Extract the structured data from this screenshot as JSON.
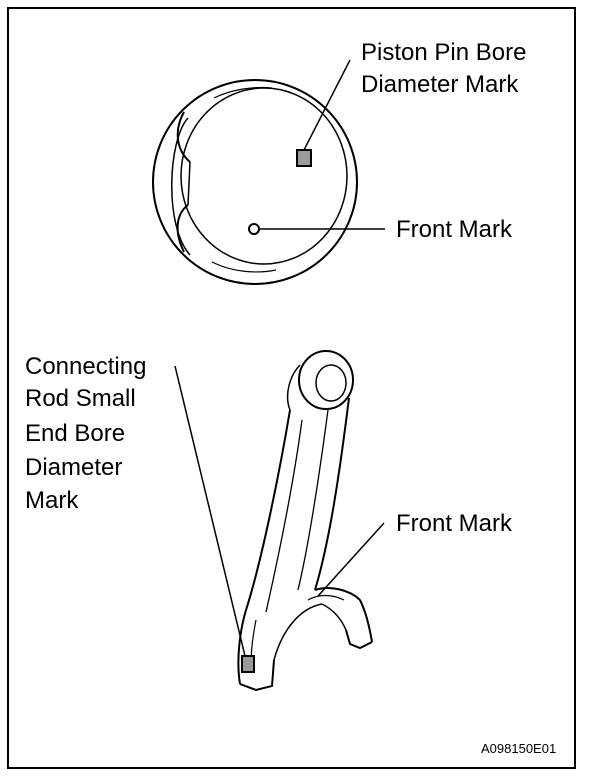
{
  "labels": {
    "piston_pin_line1": "Piston Pin Bore",
    "piston_pin_line2": "Diameter Mark",
    "front_mark_piston": "Front Mark",
    "rod_line1": "Connecting",
    "rod_line2": "Rod Small",
    "rod_line3": "End Bore",
    "rod_line4": "Diameter",
    "rod_line5": "Mark",
    "front_mark_rod": "Front Mark"
  },
  "figure_code": "A098150E01"
}
